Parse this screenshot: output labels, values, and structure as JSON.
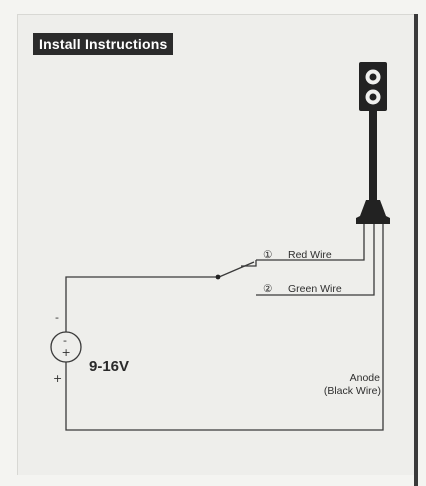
{
  "title": "Install Instructions",
  "wires": {
    "red": {
      "number": "①",
      "label": "Red Wire"
    },
    "green": {
      "number": "②",
      "label": "Green Wire"
    },
    "anode_line1": "Anode",
    "anode_line2": "(Black Wire)"
  },
  "power_source": {
    "voltage": "9-16V",
    "minus_sign": "-",
    "plus_sign": "+",
    "symbol_minus": "-",
    "symbol_plus": "+"
  }
}
